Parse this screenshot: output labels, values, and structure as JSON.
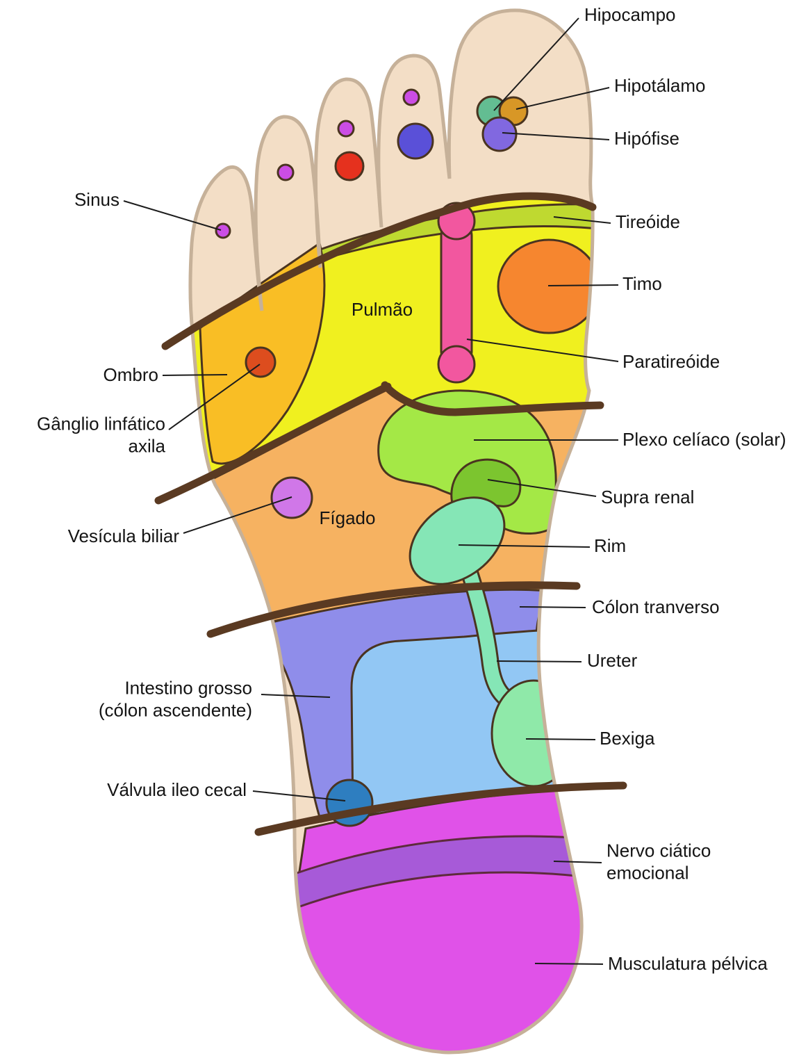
{
  "figure": {
    "type": "reflexology-foot-sole-chart",
    "language": "pt",
    "foot": "left-foot-sole"
  },
  "labels": [
    {
      "id": "hipocampo",
      "text": "Hipocampo"
    },
    {
      "id": "hipotalamo",
      "text": "Hipotálamo"
    },
    {
      "id": "hipofise",
      "text": "Hipófise"
    },
    {
      "id": "sinus",
      "text": "Sinus"
    },
    {
      "id": "tireoide",
      "text": "Tireóide"
    },
    {
      "id": "timo",
      "text": "Timo"
    },
    {
      "id": "paratireoide",
      "text": "Paratireóide"
    },
    {
      "id": "ombro",
      "text": "Ombro"
    },
    {
      "id": "ganglio-linfatico",
      "text": "Gânglio linfático axila"
    },
    {
      "id": "plexo-celiaco",
      "text": "Plexo celíaco (solar)"
    },
    {
      "id": "supra-renal",
      "text": "Supra renal"
    },
    {
      "id": "vesicula-biliar",
      "text": "Vesícula biliar"
    },
    {
      "id": "rim",
      "text": "Rim"
    },
    {
      "id": "colon-tranverso",
      "text": "Cólon tranverso"
    },
    {
      "id": "ureter",
      "text": "Ureter"
    },
    {
      "id": "intestino-grosso",
      "text": "Intestino grosso\n(cólon ascendente)"
    },
    {
      "id": "bexiga",
      "text": "Bexiga"
    },
    {
      "id": "valvula-ileo-cecal",
      "text": "Válvula ileo cecal"
    },
    {
      "id": "nervo-ciatico",
      "text": "Nervo ciático emocional"
    },
    {
      "id": "musculatura-pelvica",
      "text": "Musculatura pélvica"
    },
    {
      "id": "pulmao",
      "text": "Pulmão"
    },
    {
      "id": "figado",
      "text": "Fígado"
    }
  ],
  "palette": {
    "skin": "#F3DEC6",
    "skin_outline": "#C6B199",
    "zone_line": "#5A3A22",
    "thin_outline": "#4A3420",
    "tireoide_band": "#BFD930",
    "pulmao_yellow": "#F0F01F",
    "ombro_gold": "#F9BE25",
    "timo_orange": "#F6862F",
    "paratireoide_pink": "#F2579F",
    "figado_sand": "#F6B261",
    "vesicula_violet": "#D077E8",
    "plexo_green": "#A4E846",
    "supra_renal_green": "#7CC52F",
    "rim_mint": "#85E6B6",
    "bexiga_mint": "#8FE9A9",
    "colon_periwinkle": "#8F8DEA",
    "intestino_blue": "#92C7F4",
    "valvula_blue": "#2E7EC0",
    "heel_magenta": "#E052E8",
    "nervo_band_purple": "#A75AD8",
    "band_outline": "#5E2B3C",
    "dot_purple": "#CB4DE4",
    "dot_blue": "#5A50D8",
    "dot_red": "#E5311E",
    "dot_teal": "#63BD92",
    "dot_gold": "#D89726",
    "dot_hipofise": "#8168E0",
    "ganglio_dot": "#DD4D1E",
    "leader": "#1C1C1C"
  },
  "points": [
    "sinus-dot-little-toe",
    "sinus-dot-toe4",
    "sinus-dot-toe3",
    "sinus-dot-toe2",
    "eye-dot-toe3-red",
    "ear-dot-toe2-blue",
    "hipocampo-dot-teal",
    "hipotalamo-dot-gold",
    "hipofise-dot-purple",
    "ganglio-linfatico-dot",
    "vesicula-biliar-dot",
    "valvula-ileo-cecal-dot"
  ]
}
